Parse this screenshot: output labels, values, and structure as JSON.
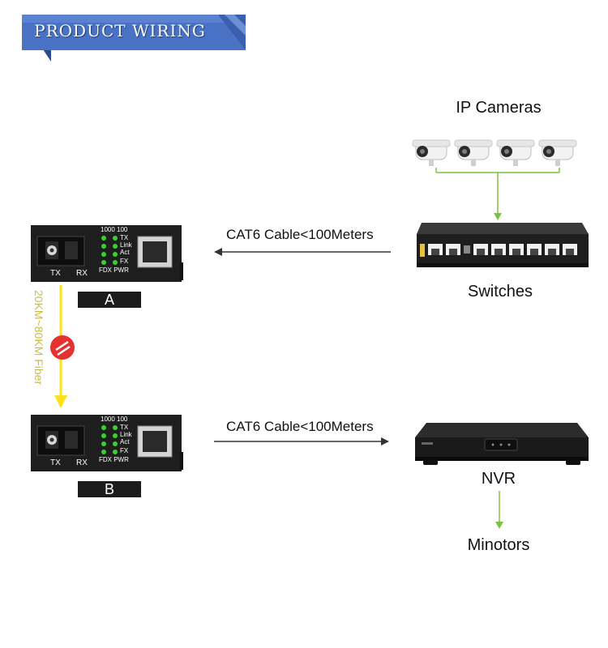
{
  "banner": {
    "title": "PRODUCT WIRING"
  },
  "cameras": {
    "label": "IP Cameras",
    "count": 4
  },
  "switch": {
    "label": "Switches"
  },
  "nvr": {
    "label": "NVR"
  },
  "monitors": {
    "label": "Minotors"
  },
  "cable_top": {
    "label": "CAT6 Cable<100Meters"
  },
  "cable_bottom": {
    "label": "CAT6 Cable<100Meters"
  },
  "converter_a": {
    "tag": "A",
    "tx": "TX",
    "rx": "RX",
    "leds_header": "1000 100",
    "led_labels": [
      "TX",
      "Link",
      "Act",
      "FX"
    ],
    "footer": "FDX PWR"
  },
  "converter_b": {
    "tag": "B",
    "tx": "TX",
    "rx": "RX",
    "leds_header": "1000 100",
    "led_labels": [
      "TX",
      "Link",
      "Act",
      "FX"
    ],
    "footer": "FDX PWR"
  },
  "fiber": {
    "label": "20KM~80KM Fiber"
  },
  "colors": {
    "banner": "#4a72c4",
    "arrow_green": "#7cc242",
    "fiber_yellow": "#ffe11a",
    "arrow_dark": "#333333",
    "device_body": "#1e1e1e",
    "led": "#39d12f"
  }
}
